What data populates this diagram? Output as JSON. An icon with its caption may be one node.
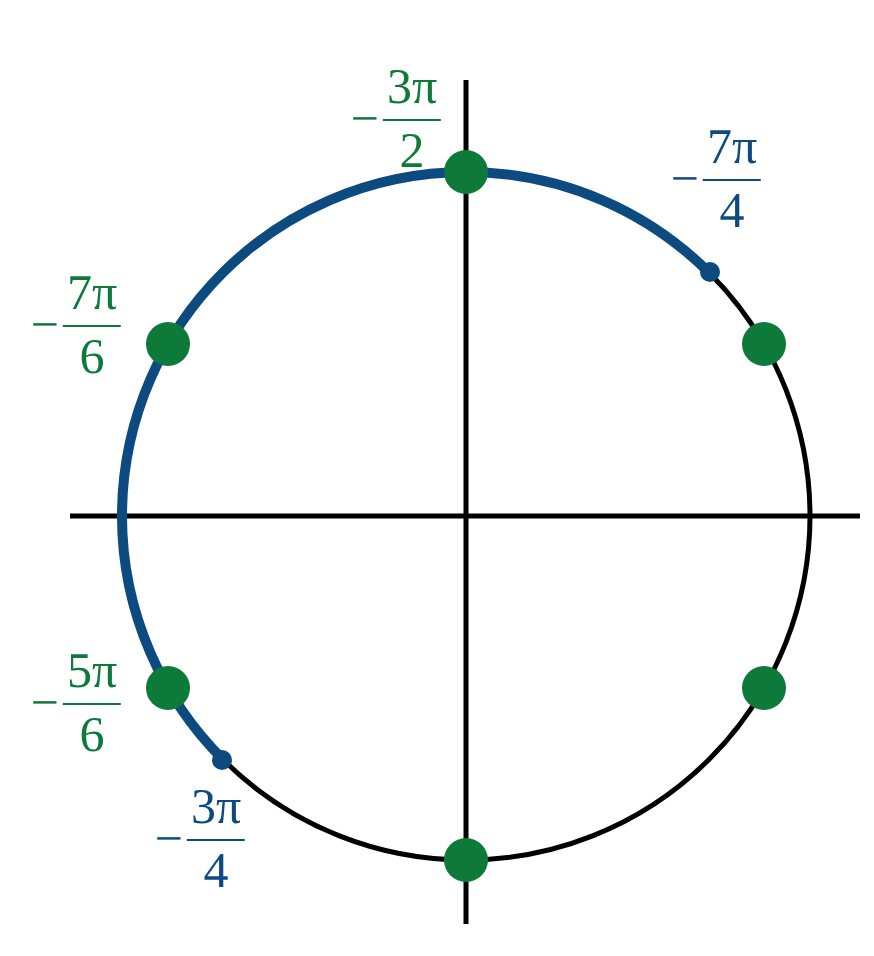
{
  "diagram": {
    "nodes": [
      {
        "text": [],
        "shape": "circle",
        "beside": [
          "−",
          "3π",
          "2"
        ]
      },
      {
        "text": [],
        "shape": "circle",
        "beside": [
          "−",
          "7π",
          "4"
        ]
      },
      {
        "text": [],
        "shape": "circle",
        "beside": [
          "−",
          "7π",
          "6"
        ]
      },
      {
        "text": [],
        "shape": "circle"
      },
      {
        "text": [],
        "shape": "circle",
        "beside": [
          "−",
          "5π",
          "6"
        ]
      },
      {
        "text": [],
        "shape": "circle"
      },
      {
        "text": [],
        "shape": "circle",
        "beside": [
          "−",
          "3π",
          "4"
        ]
      },
      {
        "text": [],
        "shape": "circle"
      }
    ]
  }
}
